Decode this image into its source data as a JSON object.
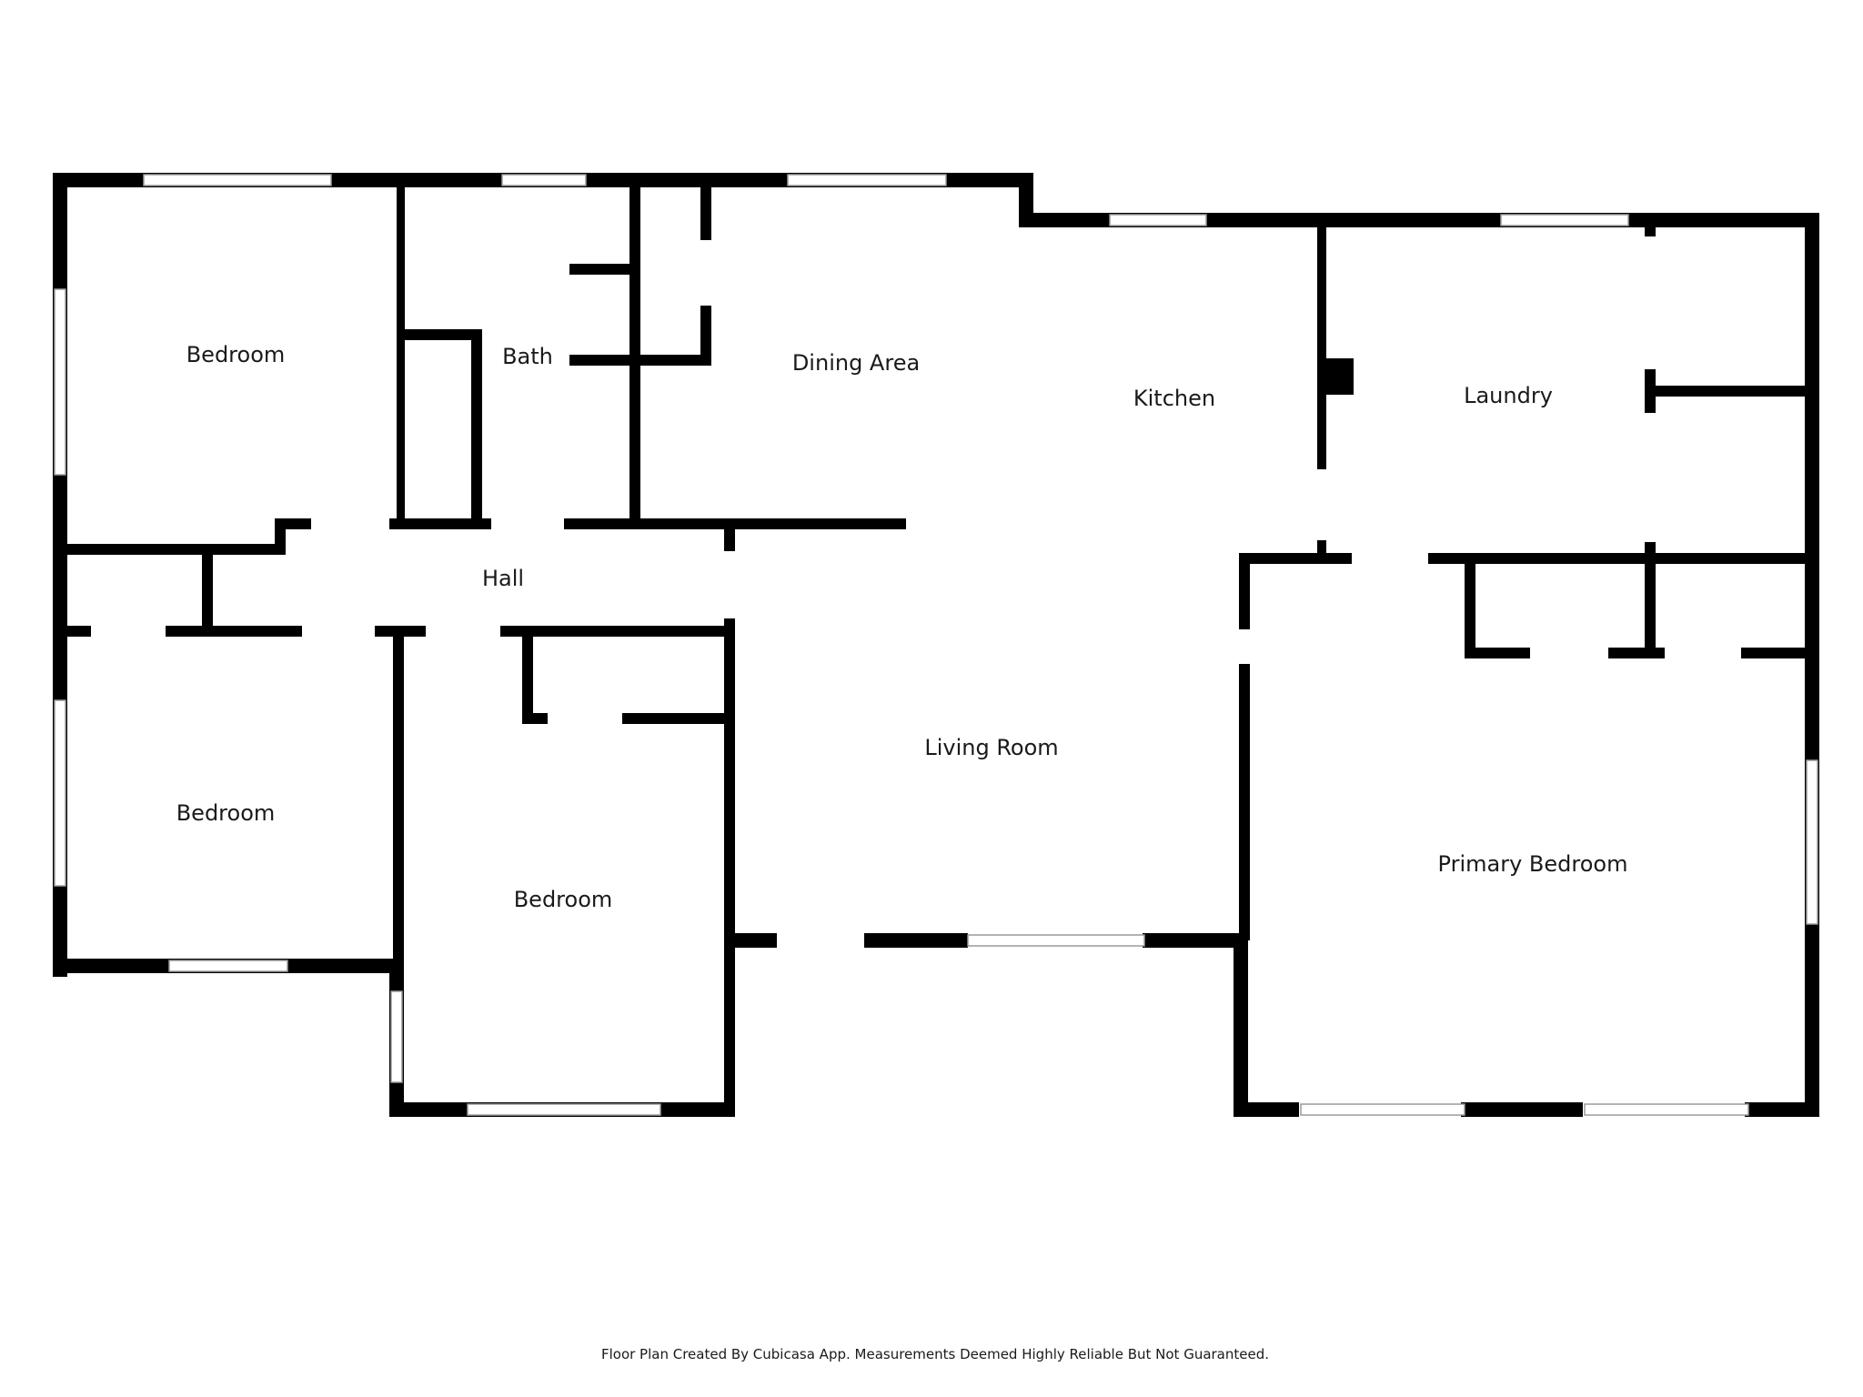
{
  "floor_plan": {
    "rooms": {
      "bedroom_top_left": "Bedroom",
      "bath": "Bath",
      "dining_area": "Dining Area",
      "kitchen": "Kitchen",
      "laundry": "Laundry",
      "hall": "Hall",
      "living_room": "Living Room",
      "bedroom_middle_left": "Bedroom",
      "bedroom_center": "Bedroom",
      "primary_bedroom": "Primary Bedroom"
    },
    "footer_note": "Floor Plan Created By Cubicasa App. Measurements Deemed Highly Reliable But Not Guaranteed."
  },
  "colors": {
    "wall": "#000000",
    "background": "#ffffff",
    "window_frame": "#9a9a9a"
  }
}
